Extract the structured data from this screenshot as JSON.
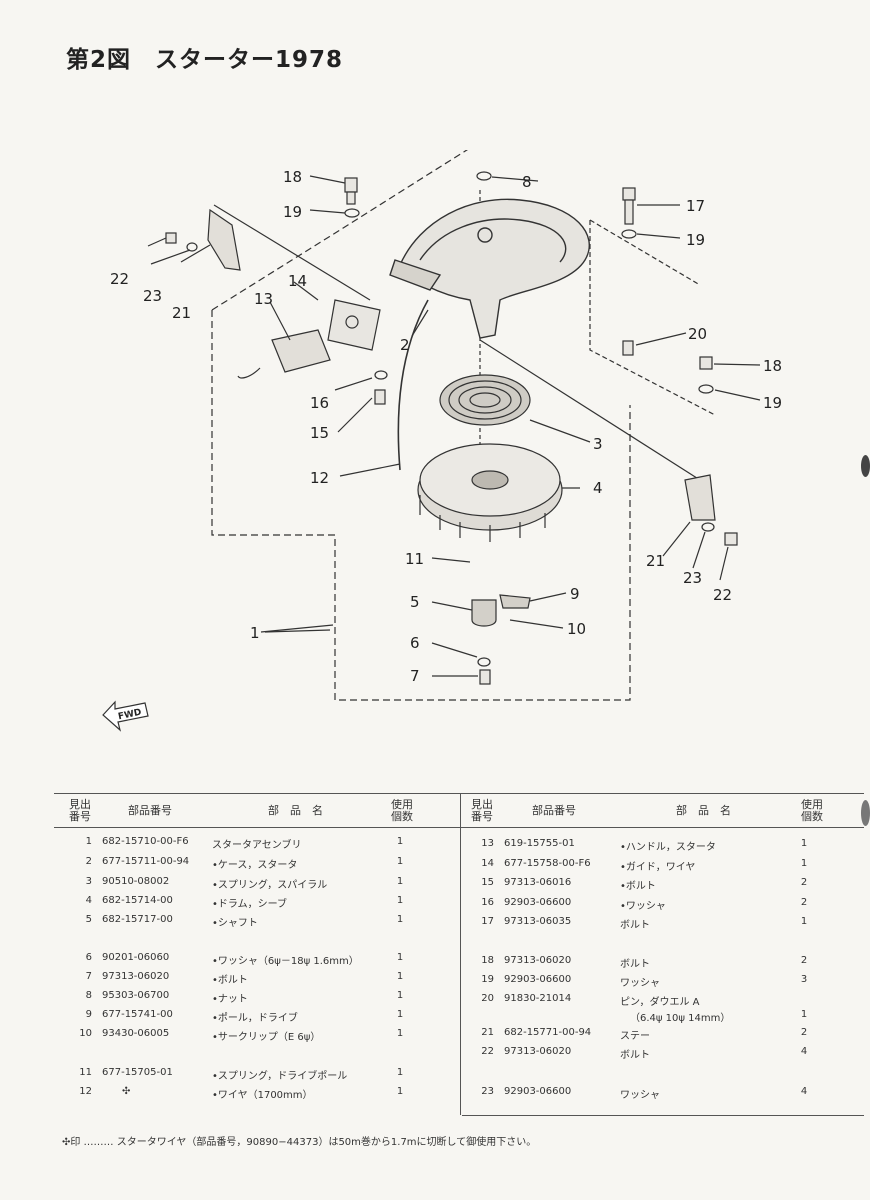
{
  "title": "第2図　スターター1978",
  "fwd_label": "FWD",
  "callouts": [
    "1",
    "2",
    "3",
    "4",
    "5",
    "6",
    "7",
    "8",
    "9",
    "10",
    "11",
    "12",
    "13",
    "14",
    "15",
    "16",
    "17",
    "18",
    "19",
    "20",
    "21",
    "22",
    "23"
  ],
  "table": {
    "headers": {
      "no": [
        "見出",
        "番号"
      ],
      "part_no": "部品番号",
      "name": "部　品　名",
      "qty": [
        "使用",
        "個数"
      ]
    },
    "left": [
      {
        "no": "1",
        "part": "682-15710-00-F6",
        "name": "スタータアセンブリ",
        "qty": "1"
      },
      {
        "no": "2",
        "part": "677-15711-00-94",
        "name": "•ケース，スタータ",
        "qty": "1"
      },
      {
        "no": "3",
        "part": "90510-08002",
        "name": "•スプリング，スパイラル",
        "qty": "1"
      },
      {
        "no": "4",
        "part": "682-15714-00",
        "name": "•ドラム，シーブ",
        "qty": "1"
      },
      {
        "no": "5",
        "part": "682-15717-00",
        "name": "•シャフト",
        "qty": "1"
      },
      {
        "no": "6",
        "part": "90201-06060",
        "name": "•ワッシャ（6ψ－18ψ 1.6mm）",
        "qty": "1"
      },
      {
        "no": "7",
        "part": "97313-06020",
        "name": "•ボルト",
        "qty": "1"
      },
      {
        "no": "8",
        "part": "95303-06700",
        "name": "•ナット",
        "qty": "1"
      },
      {
        "no": "9",
        "part": "677-15741-00",
        "name": "•ポール，ドライブ",
        "qty": "1"
      },
      {
        "no": "10",
        "part": "93430-06005",
        "name": "•サークリップ（E 6ψ）",
        "qty": "1"
      },
      {
        "no": "11",
        "part": "677-15705-01",
        "name": "•スプリング，ドライブポール",
        "qty": "1"
      },
      {
        "no": "12",
        "part": "✣",
        "name": "•ワイヤ（1700mm）",
        "qty": "1"
      }
    ],
    "right": [
      {
        "no": "13",
        "part": "619-15755-01",
        "name": "•ハンドル，スタータ",
        "qty": "1"
      },
      {
        "no": "14",
        "part": "677-15758-00-F6",
        "name": "•ガイド，ワイヤ",
        "qty": "1"
      },
      {
        "no": "15",
        "part": "97313-06016",
        "name": "•ボルト",
        "qty": "2"
      },
      {
        "no": "16",
        "part": "92903-06600",
        "name": "•ワッシャ",
        "qty": "2"
      },
      {
        "no": "17",
        "part": "97313-06035",
        "name": "ボルト",
        "qty": "1"
      },
      {
        "no": "18",
        "part": "97313-06020",
        "name": "ボルト",
        "qty": "2"
      },
      {
        "no": "19",
        "part": "92903-06600",
        "name": "ワッシャ",
        "qty": "3"
      },
      {
        "no": "20",
        "part": "91830-21014",
        "name": "ピン，ダウエル A",
        "name2": "（6.4ψ 10ψ 14mm）",
        "qty": "1"
      },
      {
        "no": "21",
        "part": "682-15771-00-94",
        "name": "ステー",
        "qty": "2"
      },
      {
        "no": "22",
        "part": "97313-06020",
        "name": "ボルト",
        "qty": "4"
      },
      {
        "no": "23",
        "part": "92903-06600",
        "name": "ワッシャ",
        "qty": "4"
      }
    ]
  },
  "footnote": "✣印 ……… スタータワイヤ（部品番号，90890−44373）は50m巻から1.7mに切断して御使用下さい。"
}
